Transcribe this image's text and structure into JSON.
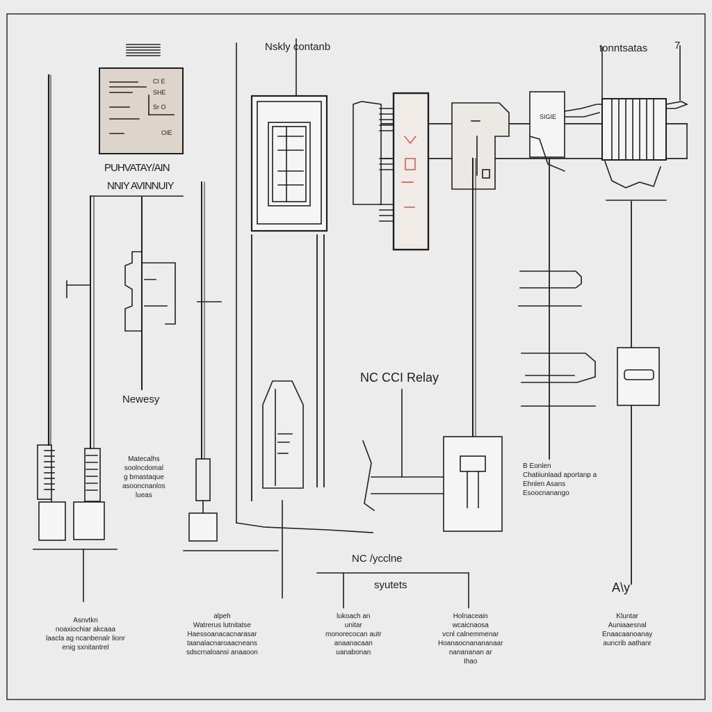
{
  "labels": {
    "top_center": "Nskly contanb",
    "top_right": "tonntsatas",
    "top_right_mark": "7",
    "left_panel_row1": "PUHVATAY/AIN",
    "left_panel_row2": "NNIY AVINNUIY",
    "left_mid": "Newesy",
    "relay_center": "NC CCI Relay",
    "bottom_mid": "NC /ycclne",
    "bottom_mid_sub": "syutets",
    "right_corner": "A\\y",
    "box_label": "SIGIE"
  },
  "notes": {
    "left_mid_block": "Matecalhs\nsoolncdomal\ng bmastaque\nasooncnanlos\nlueas",
    "right_mid_block": "B Eonlen\nChatiiunlaad aportanp a\nEhnlen Asans\nEsoocnanango",
    "col1": "Asnvtkn\nnoaxiochiar  akcaaa\nlaacla ag ncanbenalr lionr\nenig sxnitantrel",
    "col2": "alpeh\nWatrerus lutnitatse\nHaessoanacacnarasar\ntaanalacnaroaacneans\nsdscrnaloansi anaaoon",
    "col3": "lukoach an\nunitar\nmonorecocan autr\nanaanacaan\nuanabonan",
    "col4": "Holnaceain\nwcaicnaosa\nvcnl calnemmenar\nHoanaocnanananaar\nnanananan ar\nIhao",
    "col5": "Kluntar\nAuniaaesnal\nEnaacaanoanay\nauncrib aathanr"
  },
  "panel_text": {
    "r1": "CI E",
    "r2": "SHE",
    "r3": "Sr O",
    "r4": "OIE"
  },
  "colors": {
    "background": "#ececec",
    "stroke": "#1e1e1e",
    "panel_fill": "#ddd5cb",
    "accent_red": "#d24a3c",
    "box_fill": "#f5f5f5"
  }
}
